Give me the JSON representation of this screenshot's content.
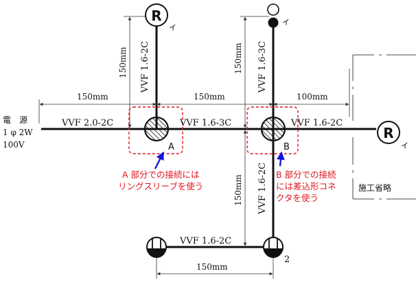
{
  "power_source": {
    "line1": "電　源",
    "line2": "1 φ 2W",
    "line3": "100V"
  },
  "cables": {
    "main_left": "VVF 2.0-2C",
    "main_mid": "VVF 1.6-3C",
    "main_right": "VVF 1.6-2C",
    "up_a": "VVF 1.6-2C",
    "up_b": "VVF 1.6-3C",
    "down_b": "VVF 1.6-2C",
    "bottom": "VVF 1.6-2C"
  },
  "dimensions": {
    "left_horizontal": "150mm",
    "mid_horizontal": "150mm",
    "right_horizontal": "100mm",
    "up_a_vertical": "150mm",
    "up_b_vertical": "150mm",
    "down_b_vertical": "150mm",
    "bottom_horizontal": "150mm"
  },
  "symbols": {
    "receptacle_top": "R",
    "receptacle_right": "R",
    "label_i_top_left": "イ",
    "label_i_top_right": "イ",
    "label_i_right": "イ",
    "switch_number": "2",
    "box_a_label": "A",
    "box_b_label": "B"
  },
  "notes": {
    "a_line1": "A 部分での接続には",
    "a_line2": "リングスリーブを使う",
    "b_line1": "B 部分での接続",
    "b_line2": "には差込形コネ",
    "b_line3": "クタを使う",
    "omitted": "施工省略"
  },
  "colors": {
    "annotation": "#e0141e",
    "arrow": "#1414d8",
    "line": "#111111"
  }
}
